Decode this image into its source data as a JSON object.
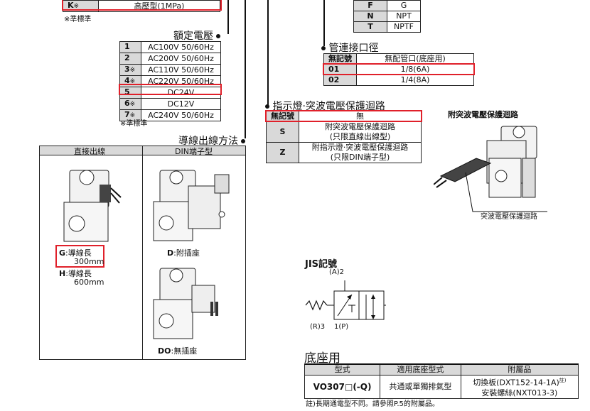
{
  "pressure_table": {
    "rows": [
      {
        "code": "K",
        "mark": "※",
        "desc": "高壓型(1MPa)"
      }
    ],
    "note": "※準標準"
  },
  "voltage": {
    "title": "額定電壓",
    "rows": [
      {
        "code": "1",
        "mark": "",
        "desc": "AC100V 50/60Hz"
      },
      {
        "code": "2",
        "mark": "",
        "desc": "AC200V 50/60Hz"
      },
      {
        "code": "3",
        "mark": "※",
        "desc": "AC110V 50/60Hz"
      },
      {
        "code": "4",
        "mark": "※",
        "desc": "AC220V 50/60Hz"
      },
      {
        "code": "5",
        "mark": "",
        "desc": "DC24V"
      },
      {
        "code": "6",
        "mark": "※",
        "desc": "DC12V"
      },
      {
        "code": "7",
        "mark": "※",
        "desc": "AC240V 50/60Hz"
      }
    ],
    "note": "※準標準"
  },
  "thread": {
    "rows": [
      {
        "code": "F",
        "desc": "G"
      },
      {
        "code": "N",
        "desc": "NPT"
      },
      {
        "code": "T",
        "desc": "NPTF"
      }
    ]
  },
  "port": {
    "title": "管連接口徑",
    "rows": [
      {
        "code": "無記號",
        "desc": "無配管口(底座用)"
      },
      {
        "code": "01",
        "desc": "1/8(6A)"
      },
      {
        "code": "02",
        "desc": "1/4(8A)"
      }
    ]
  },
  "indicator": {
    "title": "指示燈·突波電壓保護迴路",
    "rows": [
      {
        "code": "無記號",
        "desc": "無"
      },
      {
        "code": "S",
        "desc1": "附突波電壓保護迴路",
        "desc2": "(只限直線出線型)"
      },
      {
        "code": "Z",
        "desc1": "附指示燈·突波電壓保護迴路",
        "desc2": "(只限DIN端子型)"
      }
    ]
  },
  "surge": {
    "title": "附突波電壓保護迴路",
    "label": "突波電壓保護迴路"
  },
  "wiring": {
    "title": "導線出線方法",
    "col1": "直接出線",
    "col2": "DIN端子型",
    "g_code": "G",
    "g_text1": "導線長",
    "g_text2": "300mm",
    "h_code": "H",
    "h_text1": "導線長",
    "h_text2": "600mm",
    "d_code": "D",
    "d_text": "附插座",
    "do_code": "DO",
    "do_text": "無插座",
    "sep": ":"
  },
  "jis": {
    "title": "JIS記號",
    "a_label": "(A)2",
    "r_label": "(R)3",
    "p_label": "1(P)"
  },
  "base": {
    "title": "底座用",
    "headers": [
      "型式",
      "適用底座型式",
      "附屬品"
    ],
    "model": "VO307□(-Q)",
    "applicable": "共通或單獨排氣型",
    "acc1": "切換板(DXT152-14-1A)",
    "acc1_note": "註)",
    "acc2": "安裝螺絲(NXT013-3)",
    "footnote": "註)長期通電型不同。請參照P.5的附屬品。"
  }
}
